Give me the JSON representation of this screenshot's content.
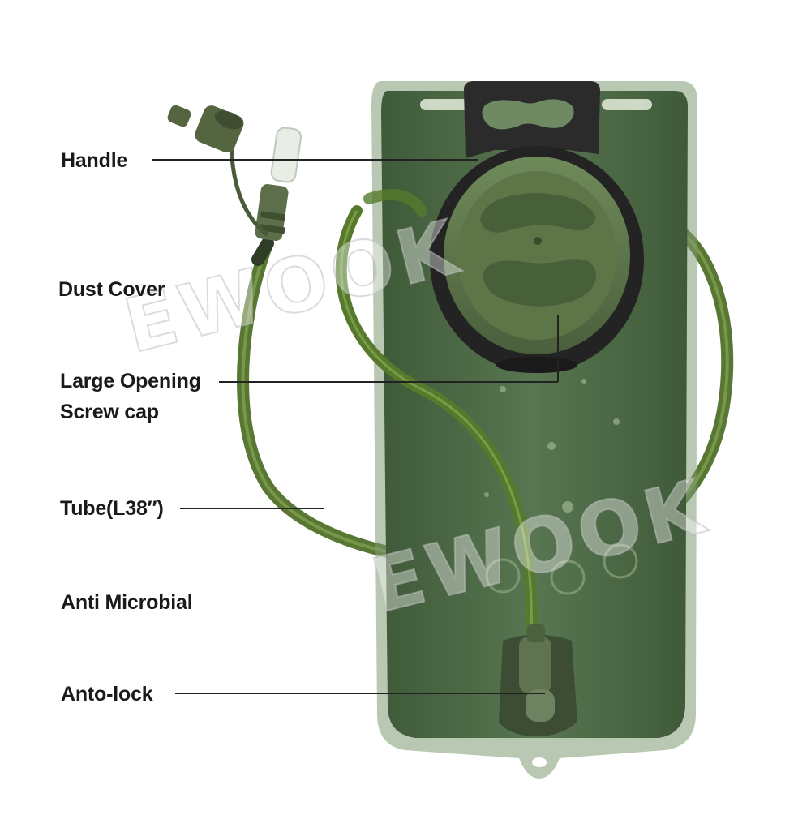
{
  "callouts": {
    "handle": "Handle",
    "dust_cover": "Dust Cover",
    "large_opening_line1": "Large Opening",
    "large_opening_line2": "Screw cap",
    "tube": "Tube(L38″)",
    "anti_microbial": "Anti Microbial",
    "anto_lock": "Anto-lock"
  },
  "watermark": "EWOOK",
  "colors": {
    "background": "#ffffff",
    "bladder_green": "#4d6a45",
    "tube_green": "#5a7d2e",
    "cap_green": "#5b6f45",
    "handle_black": "#2b2b2b",
    "label_text": "#1a1a1a"
  }
}
